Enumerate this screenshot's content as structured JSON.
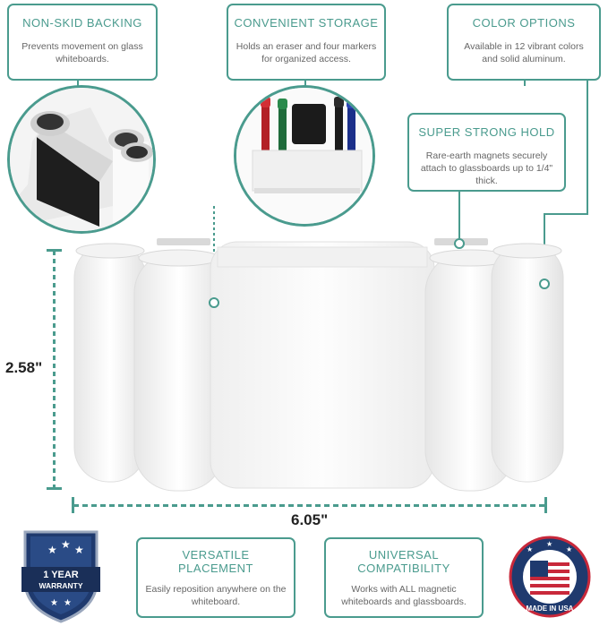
{
  "callouts": {
    "non_skid": {
      "title": "NON-SKID BACKING",
      "desc": "Prevents movement on glass whiteboards."
    },
    "storage": {
      "title": "CONVENIENT STORAGE",
      "desc": "Holds an eraser and four markers for organized access."
    },
    "colors": {
      "title": "COLOR OPTIONS",
      "desc": "Available in 12 vibrant colors and solid aluminum."
    },
    "hold": {
      "title": "SUPER STRONG HOLD",
      "desc": "Rare-earth magnets securely attach to glassboards up to 1/4\" thick."
    },
    "versatile": {
      "title": "VERSATILE PLACEMENT",
      "desc": "Easily reposition anywhere on the whiteboard."
    },
    "universal": {
      "title": "UNIVERSAL COMPATIBILITY",
      "desc": "Works with ALL magnetic whiteboards and glassboards."
    }
  },
  "dimensions": {
    "height": "2.58\"",
    "width": "6.05\""
  },
  "badges": {
    "warranty_line1": "1 YEAR",
    "warranty_line2": "WARRANTY",
    "usa_text": "MADE IN USA"
  },
  "colors": {
    "accent": "#4a9b8e",
    "navy": "#1f3a6e",
    "red": "#c8283a"
  }
}
